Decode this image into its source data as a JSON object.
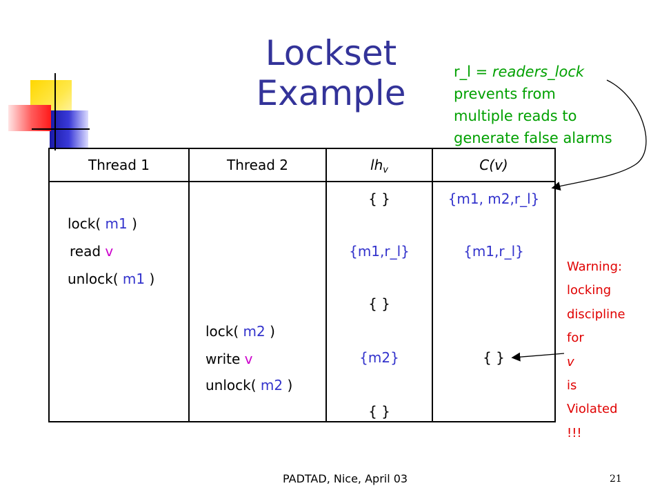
{
  "title": {
    "line1": "Lockset",
    "line2": "Example"
  },
  "note": {
    "prefix": "r_l = ",
    "term": "readers_lock",
    "line2": "prevents from",
    "line3": "multiple reads to",
    "line4": "generate false alarms"
  },
  "warning": {
    "line1": "Warning:",
    "line2": "locking",
    "line3": "discipline",
    "line4_pre": "for ",
    "line4_var": "v",
    "line4_post": " is",
    "line5": "Violated",
    "line6": "!!!"
  },
  "table": {
    "headers": {
      "thread1": "Thread 1",
      "thread2": "Thread 2",
      "lh": "lh",
      "lh_sub": "v",
      "cv": "C(v)"
    },
    "thread1": {
      "lock_kw": "lock( ",
      "lock_arg": "m1",
      "lock_end": " )",
      "read_kw": "read ",
      "read_var": "v",
      "unlock_kw": "unlock( ",
      "unlock_arg": "m1",
      "unlock_end": " )"
    },
    "thread2": {
      "lock_kw": "lock( ",
      "lock_arg": "m2",
      "lock_end": " )",
      "write_kw": "write ",
      "write_var": "v",
      "unlock_kw": "unlock( ",
      "unlock_arg": "m2",
      "unlock_end": " )"
    },
    "lh": [
      "{ }",
      "{m1,r_l}",
      "{ }",
      "{m2}",
      "{ }"
    ],
    "cv": [
      "{m1, m2,r_l}",
      "{m1,r_l}",
      "{ }"
    ]
  },
  "footer": "PADTAD, Nice, April 03",
  "page_number": "21",
  "colors": {
    "title": "#333399",
    "note": "#00a000",
    "warning": "#e00000",
    "lock_arg": "#3333cc",
    "variable": "#cc00cc"
  }
}
